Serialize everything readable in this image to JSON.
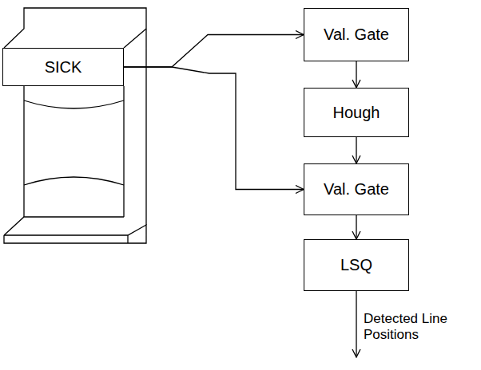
{
  "diagram": {
    "nodes": [
      {
        "text": [
          "SICK"
        ]
      },
      {
        "text": [
          "Val. Gate"
        ]
      },
      {
        "text": [
          "Hough"
        ]
      },
      {
        "text": [
          "Val. Gate"
        ]
      },
      {
        "text": [
          "LSQ"
        ]
      }
    ],
    "edges": [
      {
        "from": 0,
        "to": 1,
        "arrow": "to"
      },
      {
        "from": 1,
        "to": 2,
        "arrow": "to"
      },
      {
        "from": 2,
        "to": 3,
        "arrow": "to"
      },
      {
        "from": 0,
        "to": 3,
        "arrow": "to"
      },
      {
        "from": 3,
        "to": 4,
        "arrow": "to"
      }
    ],
    "labels": [
      "Detected Line Positions"
    ]
  }
}
